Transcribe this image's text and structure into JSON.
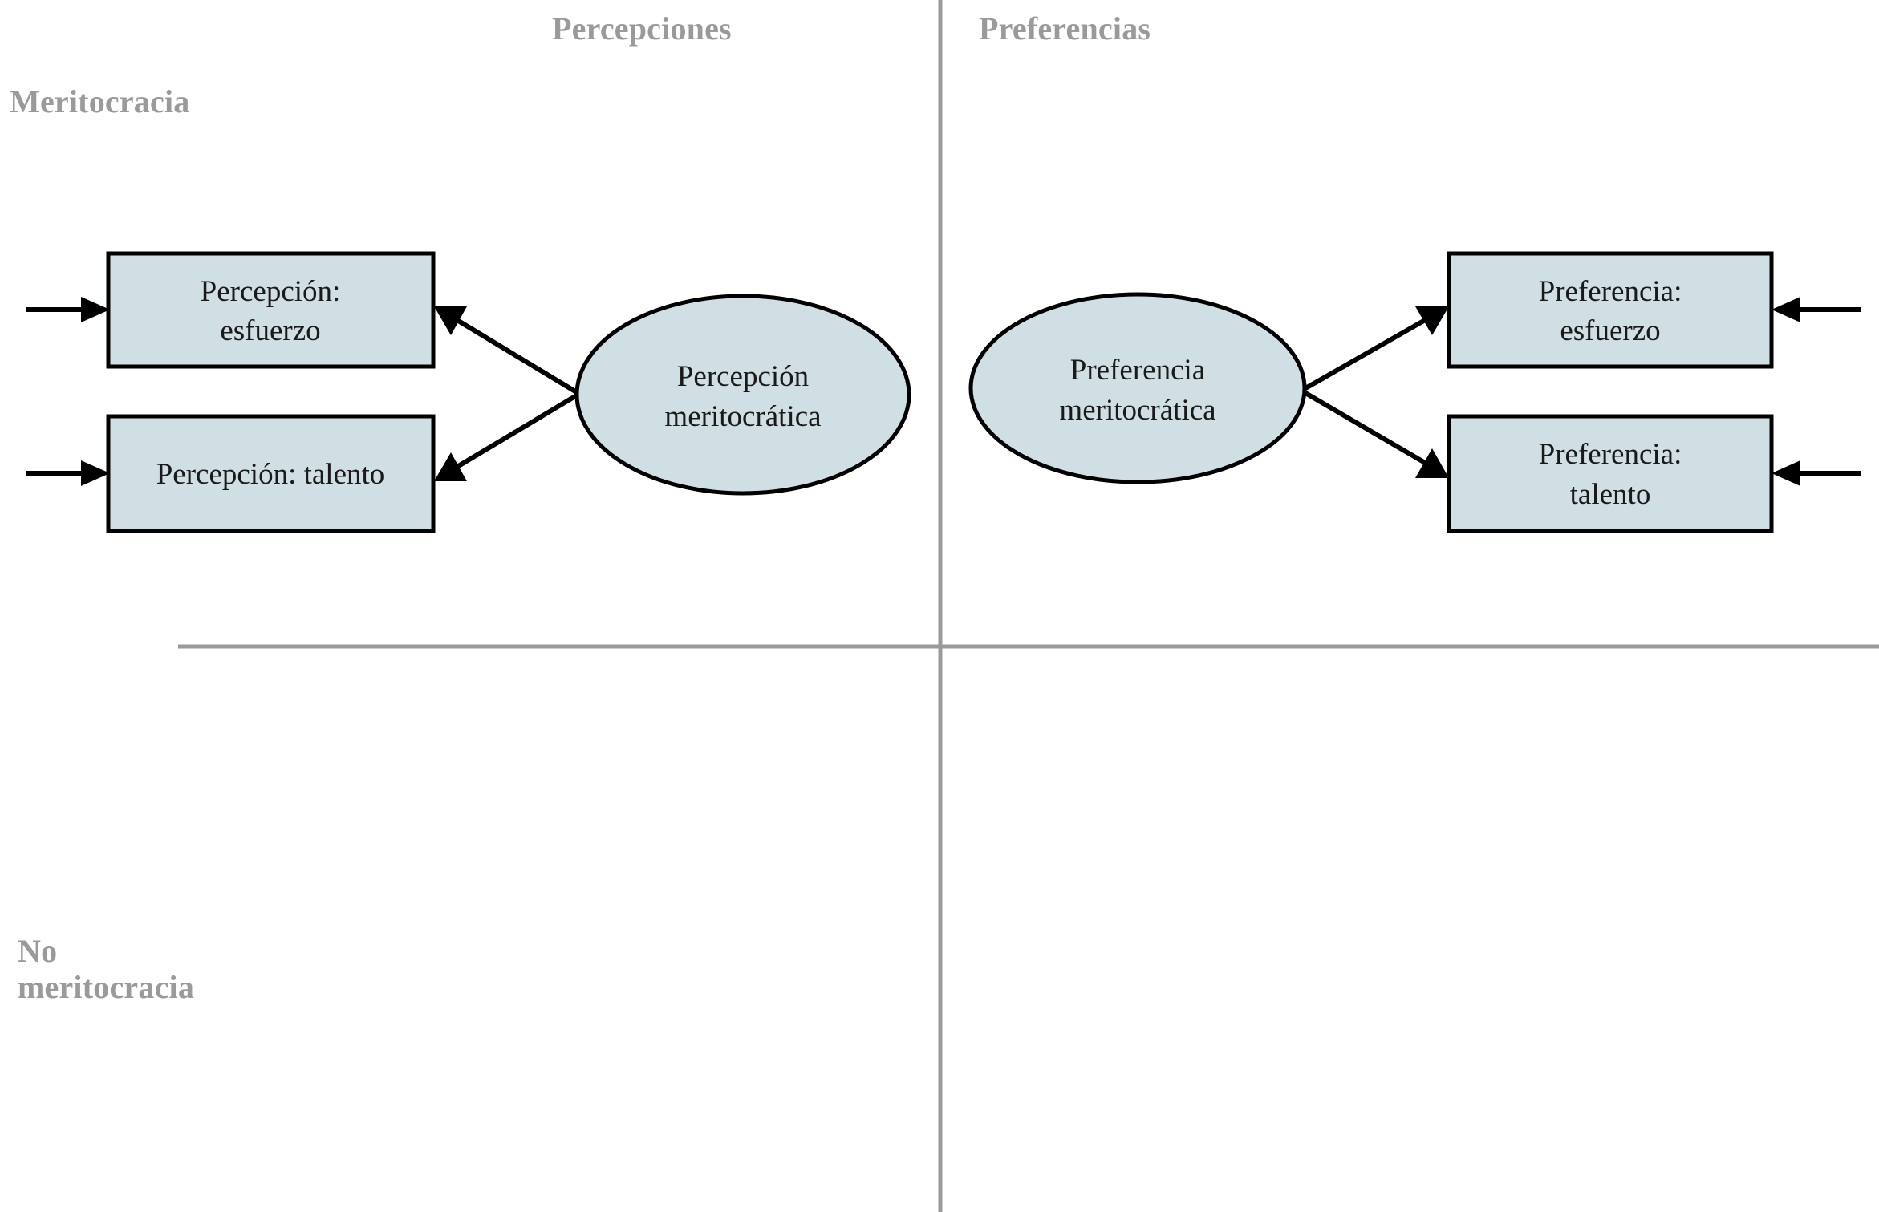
{
  "diagram": {
    "title_axes": {
      "column_left": "Percepciones",
      "column_right": "Preferencias",
      "row_top": "Meritocracia",
      "row_bottom": "No\nmeritocracia"
    },
    "colors": {
      "shape_fill": "#d0dfe3",
      "shape_stroke": "#000000",
      "axis_label": "#9a9a9a",
      "divider": "#9a9a9a",
      "background": "#ffffff",
      "text": "#1a1a1a"
    },
    "nodes": {
      "percepcion_esfuerzo": {
        "line1": "Percepción:",
        "line2": "esfuerzo"
      },
      "percepcion_talento": {
        "line1": "Percepción: talento",
        "line2": ""
      },
      "percepcion_meritocratica": {
        "line1": "Percepción",
        "line2": "meritocrática"
      },
      "preferencia_meritocratica": {
        "line1": "Preferencia",
        "line2": "meritocrática"
      },
      "preferencia_esfuerzo": {
        "line1": "Preferencia:",
        "line2": "esfuerzo"
      },
      "preferencia_talento": {
        "line1": "Preferencia:",
        "line2": "talento"
      }
    },
    "edges": [
      {
        "name": "external-in-percepcion-esfuerzo",
        "from": "exterior-izquierda",
        "to": "percepcion_esfuerzo"
      },
      {
        "name": "external-in-percepcion-talento",
        "from": "exterior-izquierda",
        "to": "percepcion_talento"
      },
      {
        "name": "percepcion-meritocratica-to-esfuerzo",
        "from": "percepcion_meritocratica",
        "to": "percepcion_esfuerzo"
      },
      {
        "name": "percepcion-meritocratica-to-talento",
        "from": "percepcion_meritocratica",
        "to": "percepcion_talento"
      },
      {
        "name": "preferencia-meritocratica-to-esfuerzo",
        "from": "preferencia_meritocratica",
        "to": "preferencia_esfuerzo"
      },
      {
        "name": "preferencia-meritocratica-to-talento",
        "from": "preferencia_meritocratica",
        "to": "preferencia_talento"
      },
      {
        "name": "external-in-preferencia-esfuerzo",
        "from": "exterior-derecha",
        "to": "preferencia_esfuerzo"
      },
      {
        "name": "external-in-preferencia-talento",
        "from": "exterior-derecha",
        "to": "preferencia_talento"
      }
    ]
  }
}
